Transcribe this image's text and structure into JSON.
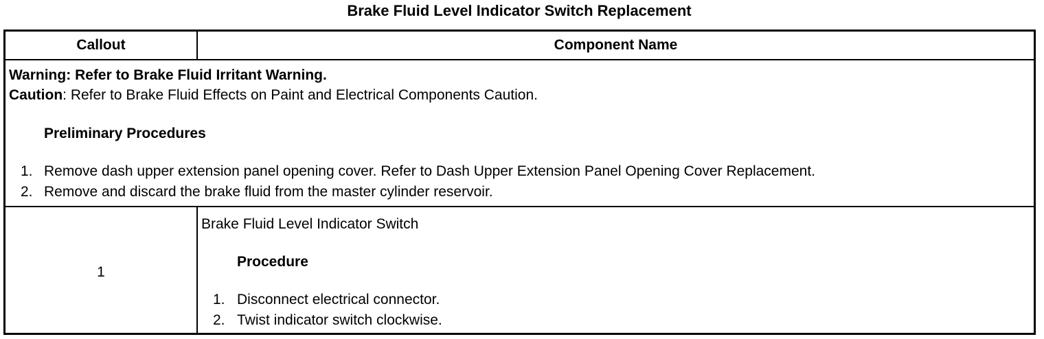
{
  "title": "Brake Fluid Level Indicator Switch Replacement",
  "table": {
    "headers": {
      "callout": "Callout",
      "component_name": "Component Name"
    },
    "notes": {
      "warning_label": "Warning:",
      "warning_text": "Refer to Brake Fluid Irritant Warning.",
      "caution_label": "Caution",
      "caution_text": ": Refer to Brake Fluid Effects on Paint and Electrical Components Caution.",
      "preliminary_heading": "Preliminary Procedures",
      "preliminary_steps": [
        {
          "num": "1.",
          "text": "Remove dash upper extension panel opening cover. Refer to Dash Upper Extension Panel Opening Cover Replacement."
        },
        {
          "num": "2.",
          "text": "Remove and discard the brake fluid from the master cylinder reservoir."
        }
      ]
    },
    "rows": [
      {
        "callout": "1",
        "component": "Brake Fluid Level Indicator Switch",
        "procedure_heading": "Procedure",
        "steps": [
          {
            "num": "1.",
            "text": "Disconnect electrical connector."
          },
          {
            "num": "2.",
            "text": "Twist indicator switch clockwise."
          }
        ]
      }
    ]
  }
}
